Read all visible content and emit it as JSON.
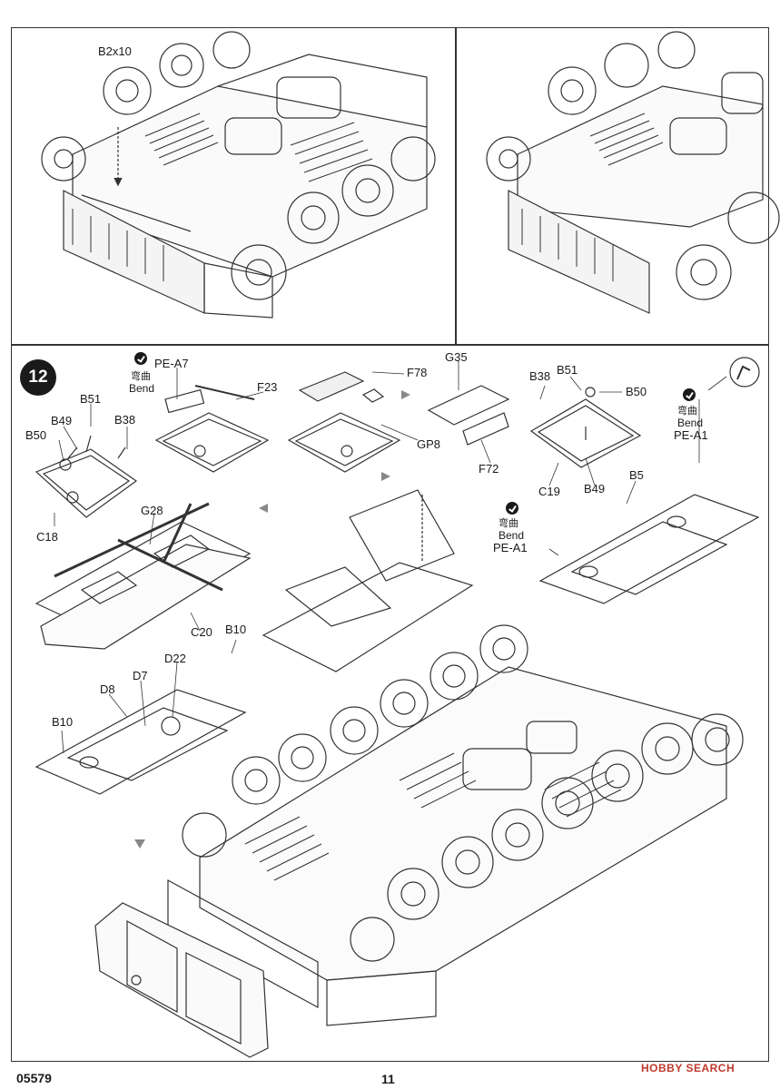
{
  "top_left_panel": {
    "labels": {
      "b2x10": "B2x10"
    }
  },
  "step12": {
    "number": "12",
    "labels": {
      "pe_a7": "PE-A7",
      "f23": "F23",
      "f78": "F78",
      "g35": "G35",
      "b38_right": "B38",
      "b51_right": "B51",
      "b50_right": "B50",
      "bend_cn_1": "弯曲",
      "bend_en_1": "Bend",
      "bend_cn_2": "弯曲",
      "bend_en_2": "Bend",
      "bend_cn_3": "弯曲",
      "bend_en_3": "Bend",
      "pe_a1_right": "PE-A1",
      "b51_left": "B51",
      "b49_left": "B49",
      "b38_left": "B38",
      "b50_left": "B50",
      "c18": "C18",
      "gp8": "GP8",
      "f72": "F72",
      "c19": "C19",
      "b49_right": "B49",
      "b5": "B5",
      "pe_a1_mid": "PE-A1",
      "g28": "G28",
      "c20": "C20",
      "b10_top": "B10",
      "d22": "D22",
      "d7": "D7",
      "d8": "D8",
      "b10_left": "B10"
    }
  },
  "footer": {
    "kit_number": "05579",
    "page_number": "11",
    "watermark": "HOBBY SEARCH"
  }
}
